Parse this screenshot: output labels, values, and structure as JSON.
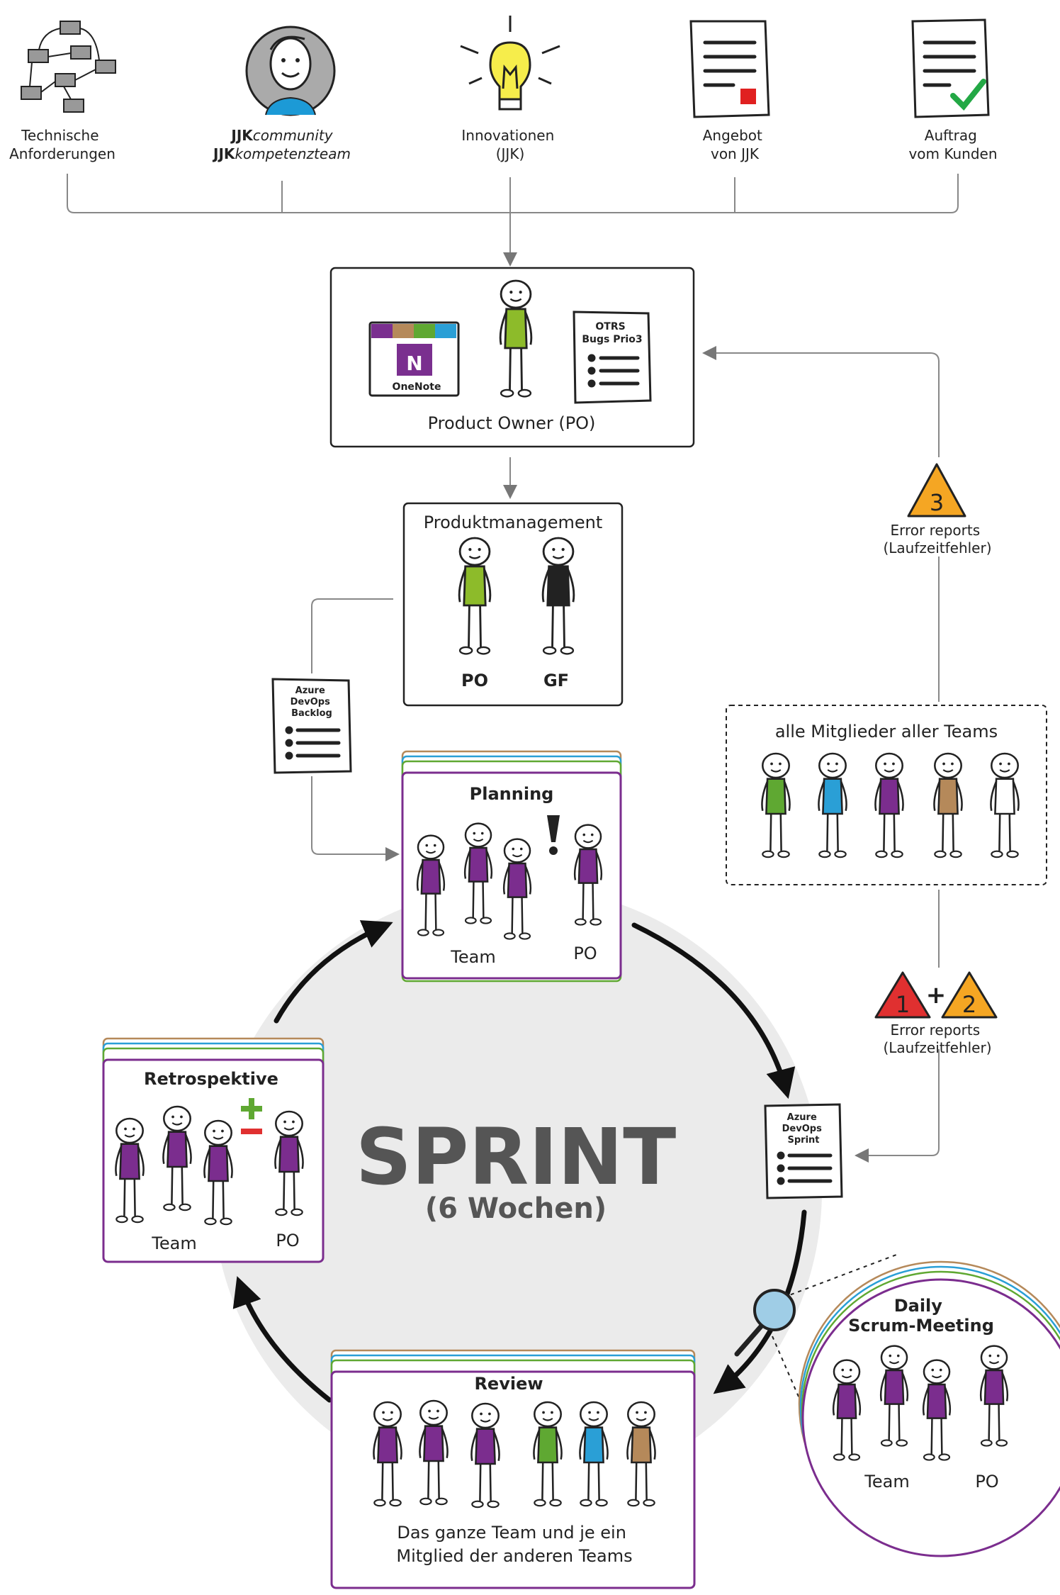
{
  "sources": [
    {
      "line1": "Technische",
      "line2": "Anforderungen",
      "icon": "flowchart-icon"
    },
    {
      "line1_bold": "JJK",
      "line1_italic": "community",
      "line2_bold": "JJK",
      "line2_italic": "kompetenzteam",
      "icon": "person-portrait-icon"
    },
    {
      "line1": "Innovationen",
      "line2": "(JJK)",
      "icon": "lightbulb-icon"
    },
    {
      "line1": "Angebot",
      "line2": "von JJK",
      "icon": "offer-document-icon"
    },
    {
      "line1": "Auftrag",
      "line2": "vom Kunden",
      "icon": "approved-document-icon"
    }
  ],
  "product_owner": {
    "label": "Product Owner (PO)",
    "onenote_label": "OneNote",
    "onenote_letter": "N",
    "otrs_line1": "OTRS",
    "otrs_line2": "Bugs Prio3"
  },
  "produktmanagement": {
    "title": "Produktmanagement",
    "person1": "PO",
    "person2": "GF"
  },
  "azure_backlog": {
    "line1": "Azure",
    "line2": "DevOps",
    "line3": "Backlog"
  },
  "azure_sprint": {
    "line1": "Azure",
    "line2": "DevOps",
    "line3": "Sprint"
  },
  "error_top": {
    "number": "3",
    "line1": "Error reports",
    "line2": "(Laufzeitfehler)"
  },
  "error_bottom": {
    "number1": "1",
    "plus": "+",
    "number2": "2",
    "line1": "Error reports",
    "line2": "(Laufzeitfehler)"
  },
  "all_members": {
    "title": "alle Mitglieder aller Teams"
  },
  "planning": {
    "title": "Planning",
    "team": "Team",
    "po": "PO",
    "exclaim": "!"
  },
  "sprint": {
    "title": "SPRINT",
    "subtitle": "(6 Wochen)"
  },
  "retrospektive": {
    "title": "Retrospektive",
    "team": "Team",
    "po": "PO",
    "plus": "+",
    "minus": "–"
  },
  "review": {
    "title": "Review",
    "line1": "Das ganze Team und je ein",
    "line2": "Mitglied der anderen Teams"
  },
  "daily": {
    "line1": "Daily",
    "line2": "Scrum-Meeting",
    "team": "Team",
    "po": "PO"
  },
  "colors": {
    "purple": "#7b2d8e",
    "green": "#5fa832",
    "blue": "#2a9fd6",
    "brown": "#b5895a",
    "lime": "#8dbb2a",
    "orange": "#f5a623",
    "red": "#e03030",
    "onenote": "#7a2f8f",
    "check": "#23a845",
    "sprint_grey": "#555555",
    "circle_fill": "#ebebeb"
  }
}
